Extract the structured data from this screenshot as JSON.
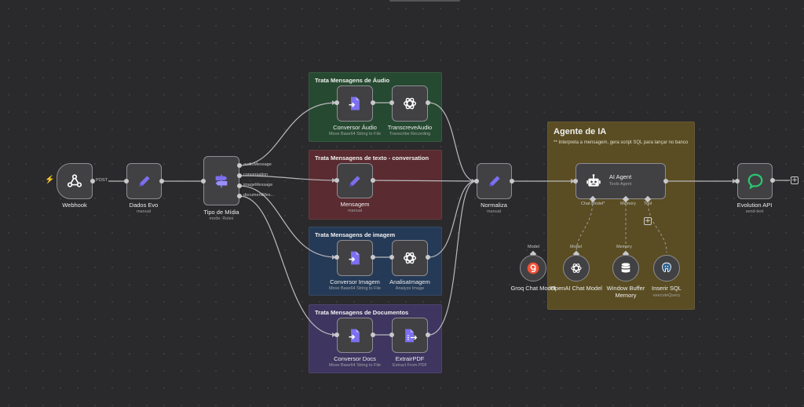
{
  "groups": {
    "audio": {
      "title": "Trata Mensagens de Áudio",
      "color": "#264a31"
    },
    "texto": {
      "title": "Trata Mensagens de texto - conversation",
      "color": "#5a2b30"
    },
    "imagem": {
      "title": "Trata Mensagens de imagem",
      "color": "#253a57"
    },
    "docs": {
      "title": "Trata Mensagens de Documentos",
      "color": "#3e3560"
    },
    "agente": {
      "title": "Agente de IA",
      "note": "** Interpreta a mensagem, gera script SQL para lançar no banco",
      "color": "#5a4d23"
    }
  },
  "nodes": {
    "webhook": {
      "label": "Webhook",
      "icon": "webhook-icon"
    },
    "dados_evo": {
      "label": "Dados Evo",
      "sub": "manual",
      "icon": "pencil-icon"
    },
    "tipo_midia": {
      "label": "Tipo de Mídia",
      "sub": "mode: Rules",
      "icon": "signpost-icon",
      "outputs": [
        "audioMessage",
        "conversation",
        "imageMessage",
        "documentMes..."
      ]
    },
    "conversor_audio": {
      "label": "Conversor Áudio",
      "sub": "Move Base64 String to File",
      "icon": "file-convert-icon"
    },
    "transcreve_audio": {
      "label": "TranscreveAudio",
      "sub": "Transcribe Recording",
      "icon": "openai-icon"
    },
    "mensagem": {
      "label": "Mensagem",
      "sub": "manual",
      "icon": "pencil-icon"
    },
    "conversor_imagem": {
      "label": "Conversor Imagem",
      "sub": "Move Base64 String to File",
      "icon": "file-convert-icon"
    },
    "analisa_imagem": {
      "label": "AnalisaImagem",
      "sub": "Analyze Image",
      "icon": "openai-icon"
    },
    "conversor_docs": {
      "label": "Conversor Docs",
      "sub": "Move Base64 String to File",
      "icon": "file-convert-icon"
    },
    "extrair_pdf": {
      "label": "ExtrairPDF",
      "sub": "Extract From PDF",
      "icon": "file-extract-icon"
    },
    "normaliza": {
      "label": "Normaliza",
      "sub": "manual",
      "icon": "pencil-icon"
    },
    "ai_agent": {
      "label": "AI Agent",
      "sub": "Tools Agent",
      "icon": "robot-icon",
      "inputs": [
        "Chat Model*",
        "Memory",
        "Tool"
      ]
    },
    "groq": {
      "label": "Groq Chat Model",
      "port_label": "Model",
      "icon": "groq-icon"
    },
    "openai_chat": {
      "label": "OpenAI Chat Model",
      "port_label": "Model",
      "icon": "openai-icon"
    },
    "window_memory": {
      "label": "Window Buffer",
      "label2": "Memory",
      "port_label": "Memory",
      "icon": "database-icon"
    },
    "inserir_sql": {
      "label": "Inserir SQL",
      "sub": "executeQuery",
      "icon": "postgres-icon"
    },
    "evolution": {
      "label": "Evolution API",
      "sub": "send-text",
      "icon": "chat-bubble-icon"
    }
  },
  "edges": {
    "webhook_label": "POST"
  },
  "colors": {
    "accent": "#7c6ff0",
    "openai": "#ffffff",
    "groq": "#f55036",
    "evolution": "#28c76f",
    "postgres": "#336791"
  }
}
